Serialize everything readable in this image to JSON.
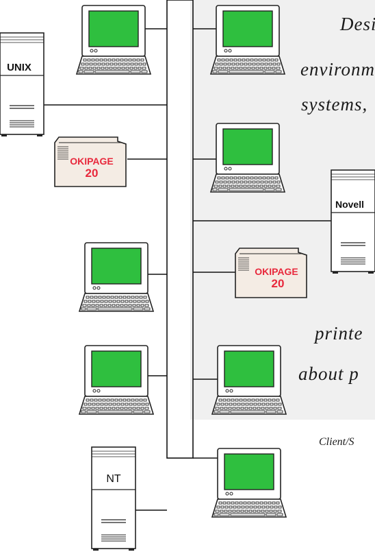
{
  "text_lines": [
    "Desi",
    "environm",
    "systems,",
    "printe",
    "about p",
    "Client/S"
  ],
  "devices": {
    "unix_label": "UNIX",
    "novell_label": "Novell",
    "nt_label": "NT",
    "printer_name": "OKIPAGE",
    "printer_model": "20"
  },
  "colors": {
    "screen": "#2fbf3f",
    "printer_body": "#f4ece4",
    "printer_text": "#e8283c",
    "panel": "#f0f0f0"
  }
}
